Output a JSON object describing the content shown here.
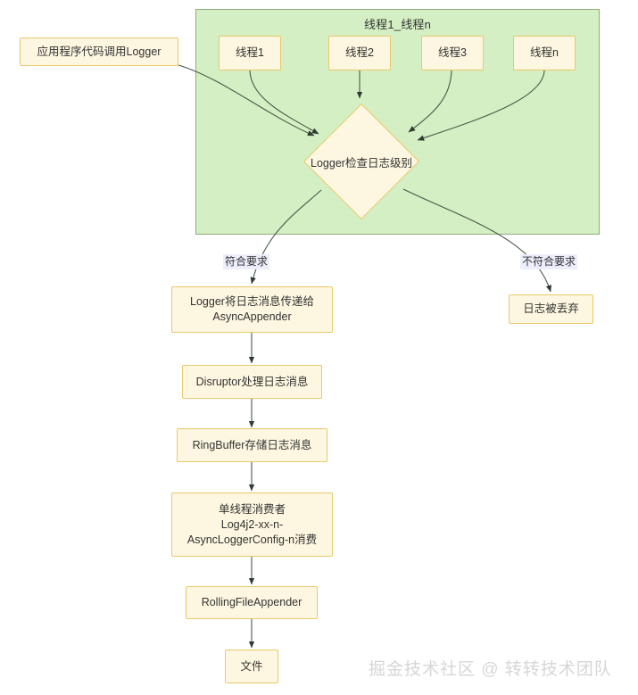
{
  "diagram": {
    "type": "flowchart",
    "subgraph": {
      "title": "线程1_线程n"
    },
    "nodes": {
      "app_caller": "应用程序代码调用Logger",
      "thread1": "线程1",
      "thread2": "线程2",
      "thread3": "线程3",
      "threadn": "线程n",
      "decision": "Logger检查日志级别",
      "async_appender": "Logger将日志消息传递给\nAsyncAppender",
      "async_appender_line1": "Logger将日志消息传递给",
      "async_appender_line2": "AsyncAppender",
      "disruptor": "Disruptor处理日志消息",
      "ringbuffer": "RingBuffer存储日志消息",
      "consumer_line1": "单线程消费者",
      "consumer_line2": "Log4j2-xx-n-",
      "consumer_line3": "AsyncLoggerConfig-n消费",
      "rolling_file_appender": "RollingFileAppender",
      "file": "文件",
      "discarded": "日志被丢弃"
    },
    "edge_labels": {
      "match": "符合要求",
      "no_match": "不符合要求"
    },
    "colors": {
      "subgraph_fill": "#d4efc3",
      "subgraph_stroke": "#8fab7e",
      "node_fill": "#fdf6e0",
      "node_stroke": "#e8c96a",
      "edge_stroke": "#49594a",
      "edge_label_bg": "#eceefb",
      "text": "#333333",
      "watermark": "#d6d6d6"
    }
  },
  "watermark": {
    "text": "掘金技术社区 @ 转转技术团队"
  }
}
